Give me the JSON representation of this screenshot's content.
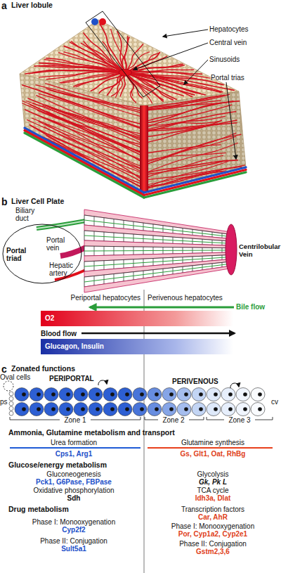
{
  "diagram": {
    "nodes": [
      {
        "text": [
          "Portal triad"
        ]
      },
      {
        "text": [
          "O2"
        ]
      },
      {
        "text": [
          "Glucagon, Insulin"
        ]
      }
    ],
    "labels": [
      "a",
      "Liver lobule",
      "Hepatocytes",
      "Central vein",
      "Sinusoids",
      "Portal trias",
      "b",
      "Liver Cell Plate",
      "Biliary duct",
      "Portal vein",
      "Hepatic artery",
      "Centrilobular Vein",
      "Periportal hepatocytes",
      "Perivenous hepatocytes",
      "Bile flow",
      "Blood flow",
      "c",
      "Zonated functions",
      "Oval cells",
      "PERIPORTAL",
      "PERIVENOUS",
      "ps",
      "cv",
      "Zone 1",
      "Zone 2",
      "Zone 3",
      "Ammonia, Glutamine metabolism and transport",
      "Urea formation",
      "Glutamine synthesis",
      "Cps1, Arg1",
      "Gs, Glt1, Oat, RhBg",
      "Glucose/energy metabolism",
      "Gluconeogenesis",
      "Glycolysis",
      "Pck1, G6Pase, FBPase",
      "Gk, Pk L",
      "Oxidative phosphorylation",
      "TCA cycle",
      "Sdh",
      "Idh3a, Dlat",
      "Drug metabolism",
      "Transcription factors",
      "Car, AhR",
      "Phase I: Monooxygenation",
      "Cyp2f2",
      "Phase I: Monooxygenation",
      "Por, Cyp1a2, Cyp2e1",
      "Phase II: Conjugation",
      "Sult5a1",
      "Phase II: Conjugation",
      "Gstm2,3,6"
    ]
  }
}
